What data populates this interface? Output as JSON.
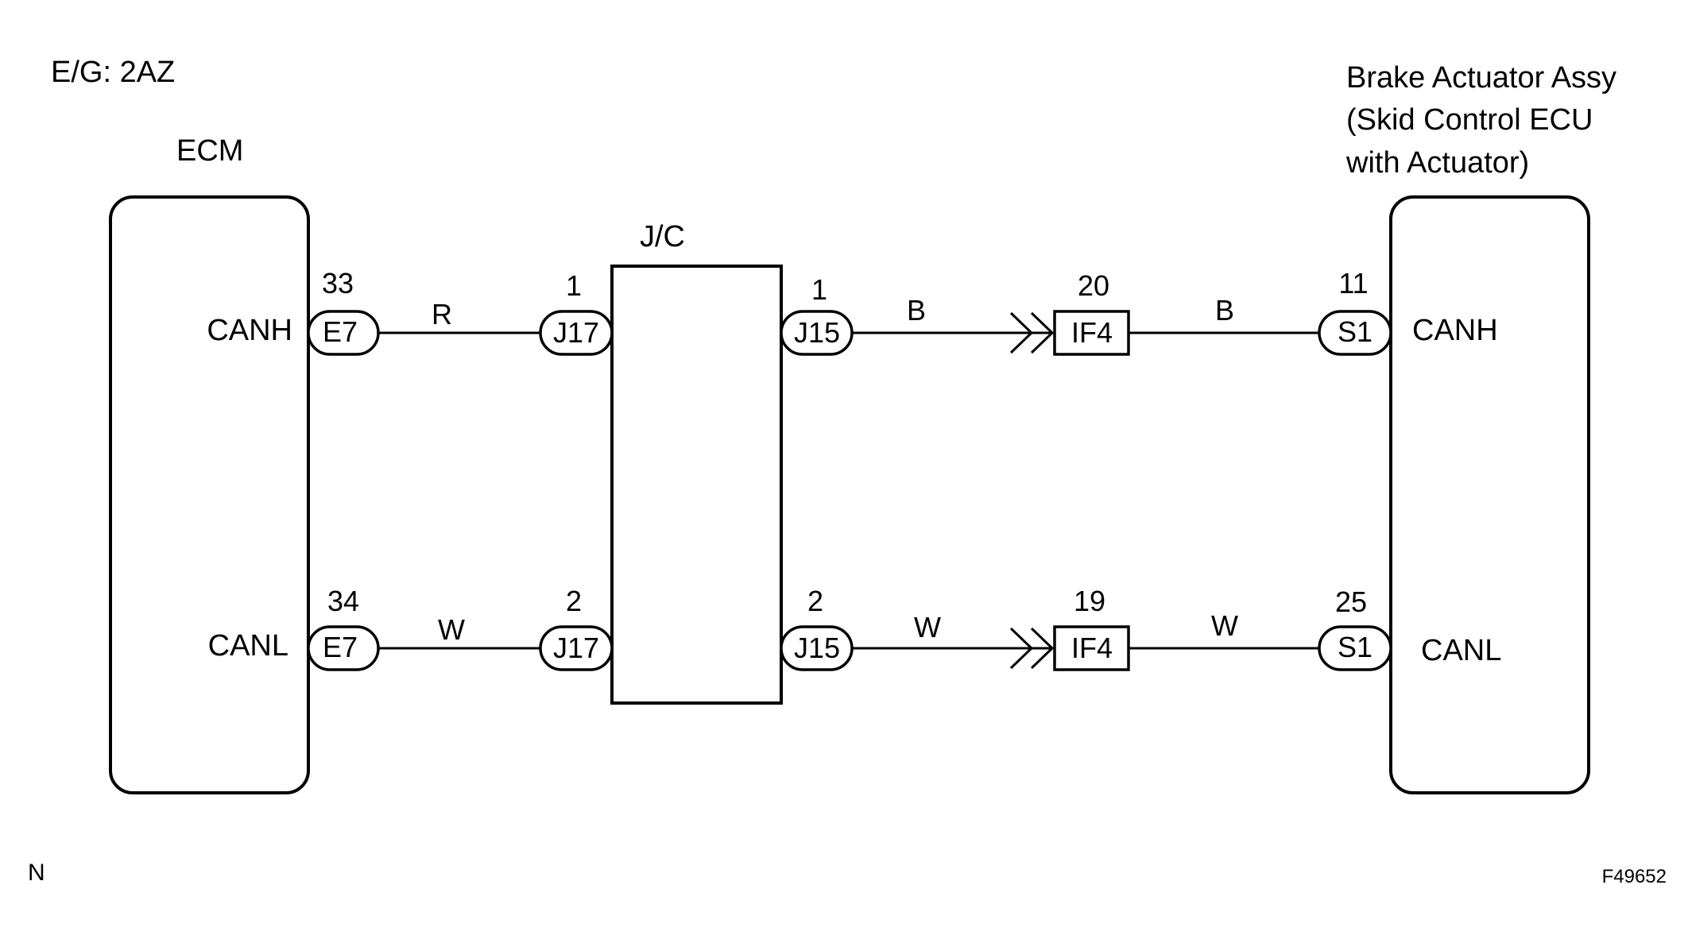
{
  "engine_label": "E/G: 2AZ",
  "ecm": {
    "title": "ECM",
    "pins": [
      {
        "signal": "CANH",
        "pin": "33",
        "connector": "E7"
      },
      {
        "signal": "CANL",
        "pin": "34",
        "connector": "E7"
      }
    ]
  },
  "jc": {
    "title": "J/C",
    "left_pins": [
      {
        "pin": "1",
        "connector": "J17"
      },
      {
        "pin": "2",
        "connector": "J17"
      }
    ],
    "right_pins": [
      {
        "pin": "1",
        "connector": "J15"
      },
      {
        "pin": "2",
        "connector": "J15"
      }
    ]
  },
  "inline_connectors": [
    {
      "pin": "20",
      "connector": "IF4"
    },
    {
      "pin": "19",
      "connector": "IF4"
    }
  ],
  "actuator": {
    "title_lines": [
      "Brake Actuator Assy",
      "(Skid Control ECU",
      "with Actuator)"
    ],
    "pins": [
      {
        "signal": "CANH",
        "pin": "11",
        "connector": "S1"
      },
      {
        "signal": "CANL",
        "pin": "25",
        "connector": "S1"
      }
    ]
  },
  "wire_colors": {
    "canh_ecm_jc": "R",
    "canl_ecm_jc": "W",
    "canh_jc_if": "B",
    "canl_jc_if": "W",
    "canh_if_act": "B",
    "canl_if_act": "W"
  },
  "footer": {
    "corner_mark": "N",
    "figure_id": "F49652"
  }
}
